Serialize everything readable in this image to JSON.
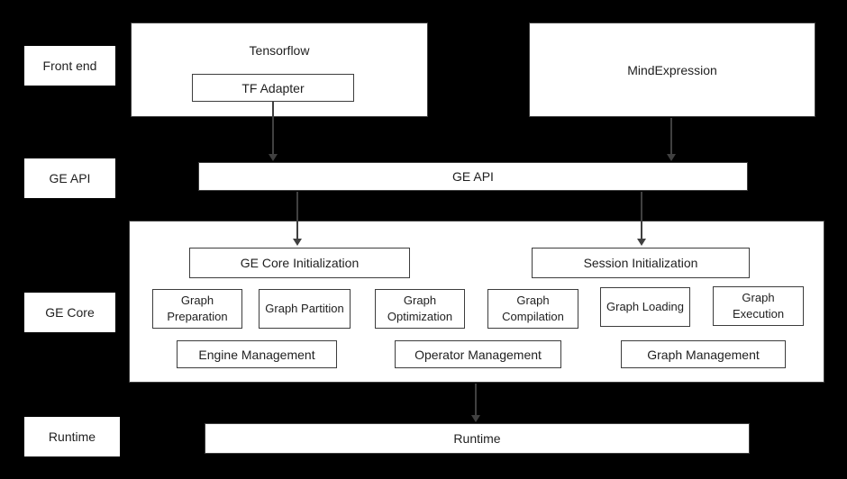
{
  "colors": {
    "page_bg": "#000000",
    "box_bg": "#ffffff",
    "box_border": "#3d3d3d",
    "text": "#1f1f1f",
    "arrow": "#404040"
  },
  "row_labels": {
    "front_end": "Front end",
    "ge_api": "GE API",
    "ge_core": "GE Core",
    "runtime": "Runtime"
  },
  "front_end": {
    "tensorflow": "Tensorflow",
    "tf_adapter": "TF Adapter",
    "mindexpression": "MindExpression"
  },
  "ge_api": {
    "bar": "GE API"
  },
  "ge_core": {
    "ge_core_init": "GE Core Initialization",
    "session_init": "Session Initialization",
    "stages": [
      "Graph Preparation",
      "Graph Partition",
      "Graph Optimization",
      "Graph Compilation",
      "Graph Loading",
      "Graph Execution"
    ],
    "managers": [
      "Engine Management",
      "Operator Management",
      "Graph Management"
    ]
  },
  "runtime": {
    "bar": "Runtime"
  }
}
